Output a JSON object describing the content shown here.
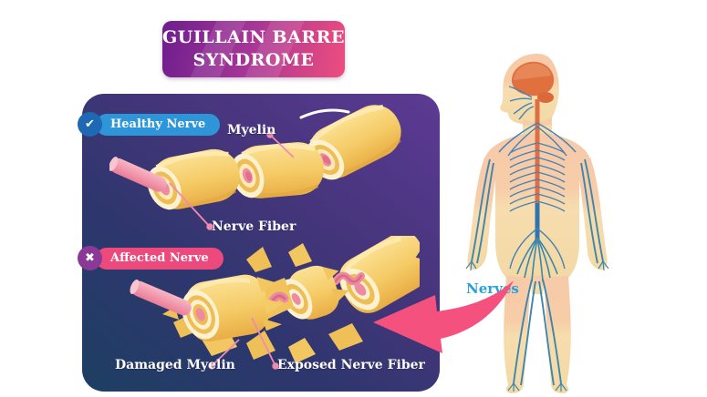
{
  "title": {
    "line1": "GUILLAIN BARRE",
    "line2": "SYNDROME"
  },
  "diagram": {
    "healthy": {
      "badge_label": "Healthy Nerve",
      "icon_glyph": "✔",
      "myelin_label": "Myelin",
      "nerve_fiber_label": "Nerve Fiber"
    },
    "affected": {
      "badge_label": "Affected Nerve",
      "icon_glyph": "✖",
      "damaged_myelin_label": "Damaged Myelin",
      "exposed_nerve_fiber_label": "Exposed Nerve Fiber"
    }
  },
  "body_figure": {
    "nerves_label": "Nerves"
  },
  "colors": {
    "title_gradient_left": "#6e1e8d",
    "title_gradient_right": "#ee4d7e",
    "panel_gradient_bottom_left": "#1d3f63",
    "panel_gradient_top_right": "#5d3a94",
    "healthy_badge_blue": "#2e96d8",
    "healthy_icon_circle_blue": "#1e68b4",
    "affected_badge_pink": "#ec4a7d",
    "affected_icon_circle_purple": "#8a3a96",
    "pointer_line_pink": "#f08bb0",
    "myelin_yellow": "#f3c35b",
    "nerve_fiber_pink": "#ef8aa3",
    "arrow_pink": "#f4517e",
    "nerves_label_blue": "#2aa0d8",
    "skin_peach": "#f7c9a9",
    "skin_pale_yellow": "#f4dfae",
    "brain_orange": "#e0713f",
    "nerve_blue": "#4282b6"
  }
}
